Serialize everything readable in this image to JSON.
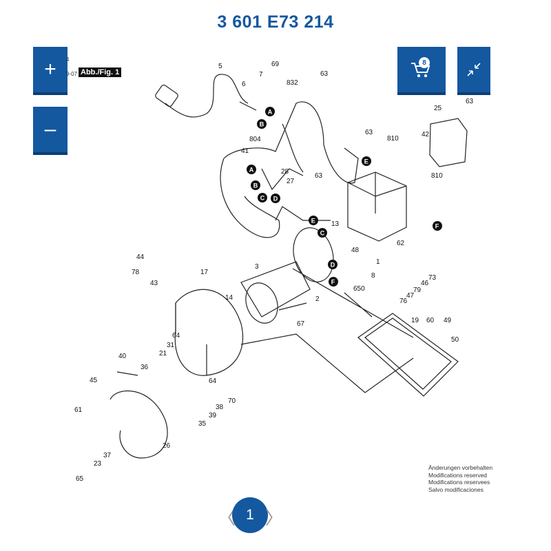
{
  "header": {
    "title": "3 601 E73 214"
  },
  "controls": {
    "zoom_in": "+",
    "zoom_out": "–",
    "cart_count": "8"
  },
  "figure": {
    "tag": "Abb./Fig. 1",
    "edge_left_top": "4",
    "edge_left_mid": "9-07"
  },
  "part_labels": [
    "5",
    "69",
    "7",
    "6",
    "832",
    "63",
    "25",
    "63",
    "42",
    "63",
    "810",
    "804",
    "41",
    "28",
    "27",
    "63",
    "810",
    "13",
    "48",
    "62",
    "1",
    "8",
    "44",
    "78",
    "43",
    "17",
    "3",
    "14",
    "2",
    "73",
    "79",
    "46",
    "47",
    "76",
    "650",
    "67",
    "19",
    "60",
    "49",
    "50",
    "64",
    "31",
    "21",
    "36",
    "40",
    "45",
    "61",
    "35",
    "39",
    "38",
    "64",
    "70",
    "26",
    "37",
    "23",
    "65"
  ],
  "callouts": [
    "A",
    "B",
    "A",
    "B",
    "C",
    "D",
    "E",
    "E",
    "C",
    "D",
    "F",
    "F"
  ],
  "notes": [
    "Änderungen vorbehalten",
    "Modifications reserved",
    "Modifications reservees",
    "Salvo modificaciones"
  ],
  "pager": {
    "current": "1",
    "prev": "〈",
    "next": "〉"
  }
}
